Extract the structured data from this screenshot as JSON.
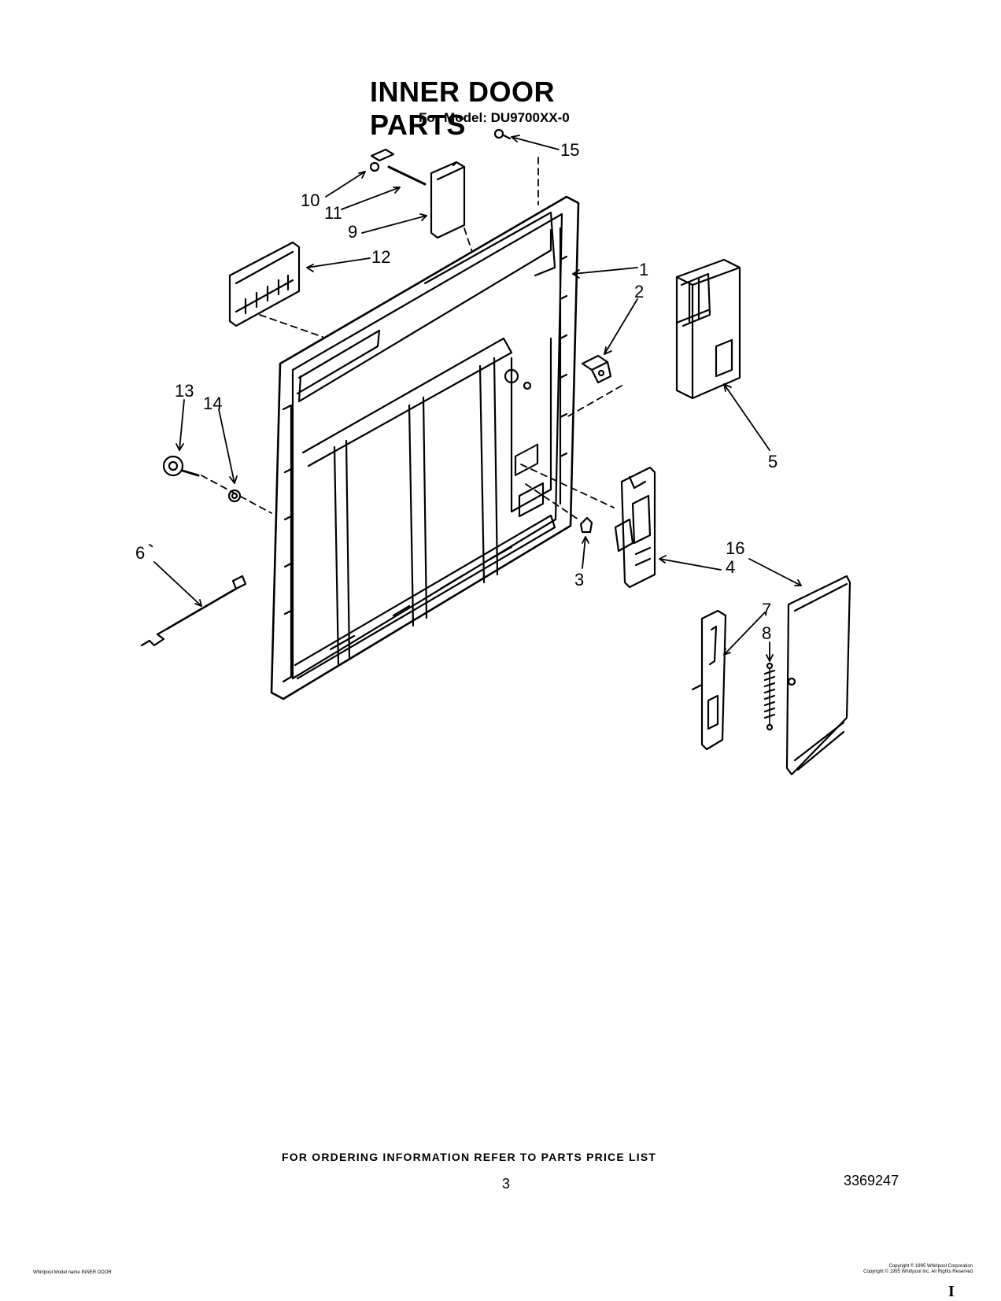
{
  "header": {
    "title": "INNER DOOR PARTS",
    "subtitle": "For Model: DU9700XX-0"
  },
  "callouts": [
    "1",
    "2",
    "3",
    "4",
    "5",
    "6",
    "7",
    "8",
    "9",
    "10",
    "11",
    "12",
    "13",
    "14",
    "15",
    "16"
  ],
  "footer": {
    "ordering_note": "FOR ORDERING INFORMATION REFER TO PARTS PRICE LIST",
    "page_number": "3",
    "document_number": "3369247",
    "fine_print_left": "Whirlpool Model name INNER DOOR",
    "fine_print_right_1": "Copyright © 1995 Whirlpool Corporation",
    "fine_print_right_2": "Copyright © 1995 Whirlpool Inc. All Rights Reserved",
    "corner_mark": "I"
  }
}
